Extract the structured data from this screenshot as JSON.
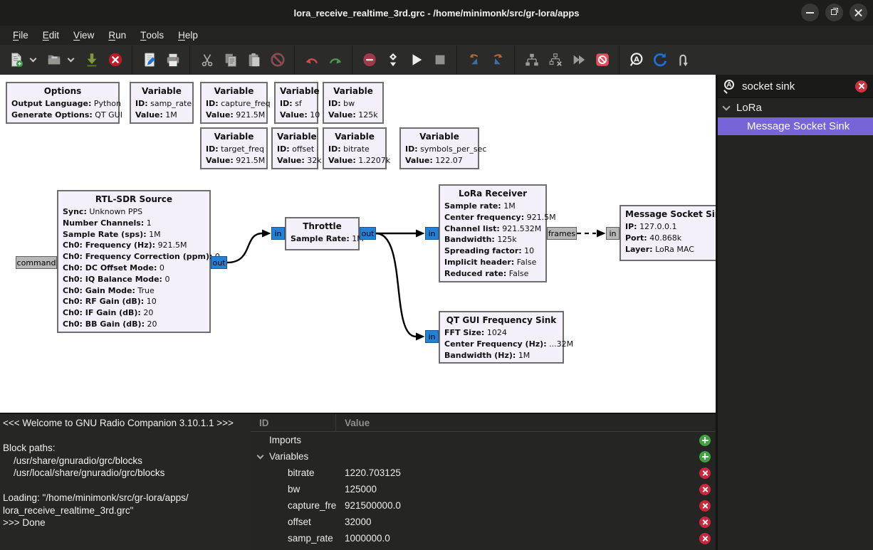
{
  "window": {
    "title": "lora_receive_realtime_3rd.grc - /home/minimonk/src/gr-lora/apps"
  },
  "menu": {
    "items": [
      {
        "k": "F",
        "rest": "ile"
      },
      {
        "k": "E",
        "rest": "dit"
      },
      {
        "k": "V",
        "rest": "iew"
      },
      {
        "k": "R",
        "rest": "un"
      },
      {
        "k": "T",
        "rest": "ools"
      },
      {
        "k": "H",
        "rest": "elp"
      }
    ]
  },
  "toolbar": {
    "icons": [
      "new-flowgraph",
      "new-options-chevron",
      "open-flowgraph",
      "open-recent-chevron",
      "save-flowgraph",
      "close-flowgraph",
      "generate-flowgraph",
      "print-flowgraph",
      "cut",
      "copy",
      "paste",
      "delete",
      "undo",
      "redo",
      "view-errors",
      "flowgraph-properties",
      "execute-flowgraph",
      "stop-flowgraph",
      "rotate-counterclockwise",
      "rotate-clockwise",
      "create-hier-block",
      "open-hier-block",
      "fast-forward",
      "kill-flowgraph",
      "find-block",
      "reload-blocks",
      "snippet-arrow"
    ]
  },
  "canvas": {
    "blocks": {
      "options": {
        "title": "Options",
        "params": [
          {
            "k": "Output Language:",
            "v": "Python"
          },
          {
            "k": "Generate Options:",
            "v": "QT GUI"
          }
        ]
      },
      "samp_rate": {
        "title": "Variable",
        "params": [
          {
            "k": "ID:",
            "v": "samp_rate"
          },
          {
            "k": "Value:",
            "v": "1M"
          }
        ]
      },
      "capture_freq": {
        "title": "Variable",
        "params": [
          {
            "k": "ID:",
            "v": "capture_freq"
          },
          {
            "k": "Value:",
            "v": "921.5M"
          }
        ]
      },
      "sf": {
        "title": "Variable",
        "params": [
          {
            "k": "ID:",
            "v": "sf"
          },
          {
            "k": "Value:",
            "v": "10"
          }
        ]
      },
      "bw": {
        "title": "Variable",
        "params": [
          {
            "k": "ID:",
            "v": "bw"
          },
          {
            "k": "Value:",
            "v": "125k"
          }
        ]
      },
      "target_freq": {
        "title": "Variable",
        "params": [
          {
            "k": "ID:",
            "v": "target_freq"
          },
          {
            "k": "Value:",
            "v": "921.5M"
          }
        ]
      },
      "offset": {
        "title": "Variable",
        "params": [
          {
            "k": "ID:",
            "v": "offset"
          },
          {
            "k": "Value:",
            "v": "32k"
          }
        ]
      },
      "bitrate": {
        "title": "Variable",
        "params": [
          {
            "k": "ID:",
            "v": "bitrate"
          },
          {
            "k": "Value:",
            "v": "1.2207k"
          }
        ]
      },
      "symbols_per_sec": {
        "title": "Variable",
        "params": [
          {
            "k": "ID:",
            "v": "symbols_per_sec"
          },
          {
            "k": "Value:",
            "v": "122.07"
          }
        ]
      },
      "rtlsdr": {
        "title": "RTL-SDR Source",
        "port_left": "command",
        "port_right": "out",
        "params": [
          {
            "k": "Sync:",
            "v": "Unknown PPS"
          },
          {
            "k": "Number Channels:",
            "v": "1"
          },
          {
            "k": "Sample Rate (sps):",
            "v": "1M"
          },
          {
            "k": "Ch0: Frequency (Hz):",
            "v": "921.5M"
          },
          {
            "k": "Ch0: Frequency Correction (ppm):",
            "v": "0"
          },
          {
            "k": "Ch0: DC Offset Mode:",
            "v": "0"
          },
          {
            "k": "Ch0: IQ Balance Mode:",
            "v": "0"
          },
          {
            "k": "Ch0: Gain Mode:",
            "v": "True"
          },
          {
            "k": "Ch0: RF Gain (dB):",
            "v": "10"
          },
          {
            "k": "Ch0: IF Gain (dB):",
            "v": "20"
          },
          {
            "k": "Ch0: BB Gain (dB):",
            "v": "20"
          }
        ]
      },
      "throttle": {
        "title": "Throttle",
        "port_left": "in",
        "port_right": "out",
        "params": [
          {
            "k": "Sample Rate:",
            "v": "1M"
          }
        ]
      },
      "lora_receiver": {
        "title": "LoRa Receiver",
        "port_left": "in",
        "port_right": "frames",
        "params": [
          {
            "k": "Sample rate:",
            "v": "1M"
          },
          {
            "k": "Center frequency:",
            "v": "921.5M"
          },
          {
            "k": "Channel list:",
            "v": "921.532M"
          },
          {
            "k": "Bandwidth:",
            "v": "125k"
          },
          {
            "k": "Spreading factor:",
            "v": "10"
          },
          {
            "k": "Implicit header:",
            "v": "False"
          },
          {
            "k": "Reduced rate:",
            "v": "False"
          }
        ]
      },
      "message_socket_sink": {
        "title": "Message Socket Sink",
        "port_left": "in",
        "params": [
          {
            "k": "IP:",
            "v": "127.0.0.1"
          },
          {
            "k": "Port:",
            "v": "40.868k"
          },
          {
            "k": "Layer:",
            "v": "LoRa MAC"
          }
        ]
      },
      "qtgui_freq_sink": {
        "title": "QT GUI Frequency Sink",
        "port_left": "in",
        "params": [
          {
            "k": "FFT Size:",
            "v": "1024"
          },
          {
            "k": "Center Frequency (Hz):",
            "v": "...32M"
          },
          {
            "k": "Bandwidth (Hz):",
            "v": "1M"
          }
        ]
      }
    }
  },
  "sidebar": {
    "search_value": "socket sink",
    "tree": {
      "category": "LoRa",
      "selected": "Message Socket Sink"
    }
  },
  "console": {
    "text": "<<< Welcome to GNU Radio Companion 3.10.1.1 >>>\n\nBlock paths:\n    /usr/share/gnuradio/grc/blocks\n    /usr/local/share/gnuradio/grc/blocks\n\nLoading: \"/home/minimonk/src/gr-lora/apps/\nlora_receive_realtime_3rd.grc\"\n>>> Done"
  },
  "variables_panel": {
    "col_id": "ID",
    "col_value": "Value",
    "rows": [
      {
        "id": "Imports",
        "value": ""
      },
      {
        "id": "Variables",
        "value": ""
      },
      {
        "id": "bitrate",
        "value": "1220.703125"
      },
      {
        "id": "bw",
        "value": "125000"
      },
      {
        "id": "capture_fre",
        "value": "921500000.0"
      },
      {
        "id": "offset",
        "value": "32000"
      },
      {
        "id": "samp_rate",
        "value": "1000000.0"
      }
    ]
  },
  "colors": {
    "selection_purple": "#7764d8",
    "port_blue": "#2381d6",
    "port_gray": "#b8b8b8",
    "block_fill": "#f3f0fa",
    "add_green": "#3fa33f",
    "remove_red": "#c9283c"
  }
}
